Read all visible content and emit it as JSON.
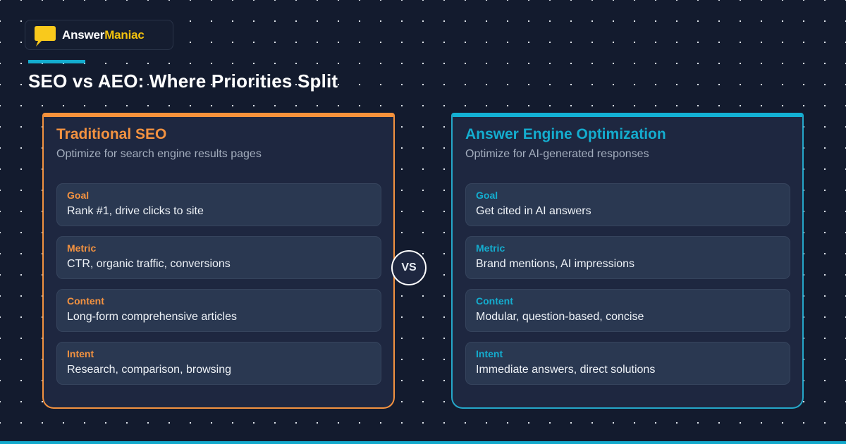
{
  "brand": {
    "name_part1": "Answer",
    "name_part2": "Maniac",
    "icon": "speech-bubble-icon",
    "colors": {
      "accent_yellow": "#f4c20d",
      "accent_cyan": "#14adcf",
      "accent_orange": "#f39240",
      "background": "#131b2e"
    }
  },
  "header": {
    "title": "SEO vs AEO: Where Priorities Split"
  },
  "divider": {
    "label": "VS"
  },
  "cards": [
    {
      "title": "Traditional SEO",
      "subtitle": "Optimize for search engine results pages",
      "rows": [
        {
          "label": "Goal",
          "value": "Rank #1, drive clicks to site"
        },
        {
          "label": "Metric",
          "value": "CTR, organic traffic, conversions"
        },
        {
          "label": "Content",
          "value": "Long-form comprehensive articles"
        },
        {
          "label": "Intent",
          "value": "Research, comparison, browsing"
        }
      ]
    },
    {
      "title": "Answer Engine Optimization",
      "subtitle": "Optimize for AI-generated responses",
      "rows": [
        {
          "label": "Goal",
          "value": "Get cited in AI answers"
        },
        {
          "label": "Metric",
          "value": "Brand mentions, AI impressions"
        },
        {
          "label": "Content",
          "value": "Modular, question-based, concise"
        },
        {
          "label": "Intent",
          "value": "Immediate answers, direct solutions"
        }
      ]
    }
  ]
}
